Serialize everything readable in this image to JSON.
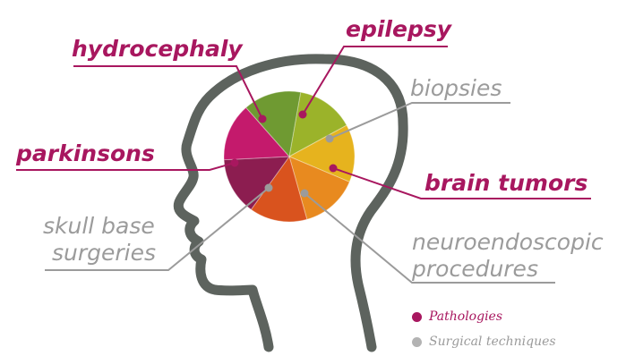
{
  "colors": {
    "pathology": "#a8175f",
    "surgical": "#9b9b9b",
    "head_outline": "#5d635e"
  },
  "labels": {
    "epilepsy": "epilepsy",
    "hydrocephaly": "hydrocephaly",
    "biopsies": "biopsies",
    "parkinsons": "parkinsons",
    "brain_tumors": "brain tumors",
    "skull_base_line1": "skull base",
    "skull_base_line2": "surgeries",
    "neuro_line1": "neuroendoscopic",
    "neuro_line2": "procedures"
  },
  "pie": {
    "slices": [
      {
        "name": "epilepsy",
        "color": "#9bb32a"
      },
      {
        "name": "biopsies",
        "color": "#e6b31e"
      },
      {
        "name": "brain tumors",
        "color": "#e88a1f"
      },
      {
        "name": "neuroendoscopic procedures",
        "color": "#d9531e"
      },
      {
        "name": "skull base surgeries",
        "color": "#8c1d50"
      },
      {
        "name": "parkinsons",
        "color": "#c41a6c"
      },
      {
        "name": "hydrocephaly",
        "color": "#6f9a32"
      }
    ]
  },
  "legend": {
    "pathologies": "Pathologies",
    "surgical": "Surgical techniques"
  }
}
